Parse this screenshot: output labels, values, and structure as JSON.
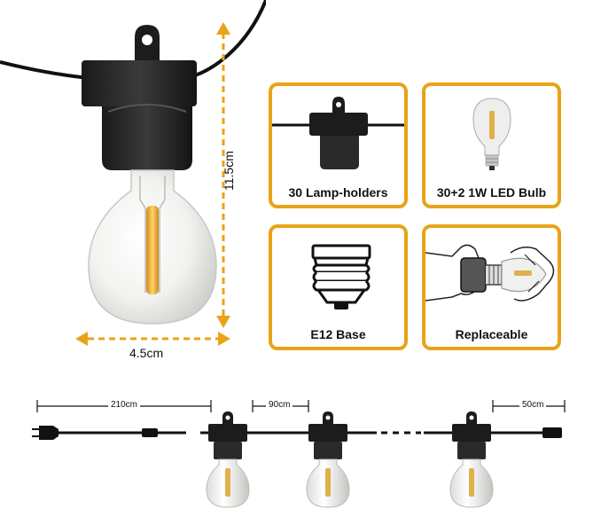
{
  "dimensions": {
    "height_label": "11.5cm",
    "width_label": "4.5cm"
  },
  "features": [
    {
      "label": "30 Lamp-holders",
      "icon": "lamp-holder-icon"
    },
    {
      "label": "30+2 1W LED Bulb",
      "icon": "led-bulb-icon"
    },
    {
      "label": "E12 Base",
      "icon": "e12-base-icon"
    },
    {
      "label": "Replaceable",
      "icon": "hand-replacing-bulb-icon"
    }
  ],
  "string_diagram": {
    "lead_length": "210cm",
    "spacing": "90cm",
    "end_length": "50cm"
  },
  "colors": {
    "accent": "#e8a317",
    "dark": "#111111"
  }
}
